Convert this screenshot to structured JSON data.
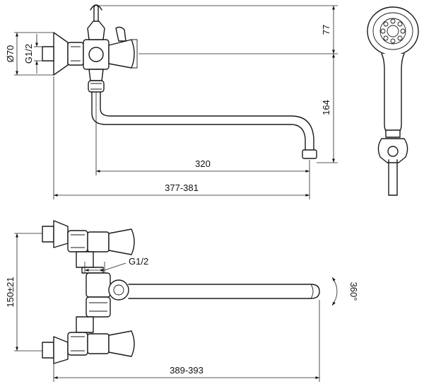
{
  "dimensions": {
    "diameter": "Ø70",
    "thread_top": "G1/2",
    "height_upper": "77",
    "height_spout": "164",
    "spout_length": "320",
    "total_length_top": "377-381",
    "centre_distance": "150±21",
    "thread_bottom": "G1/2",
    "total_length_bottom": "389-393",
    "rotation": "360°"
  }
}
